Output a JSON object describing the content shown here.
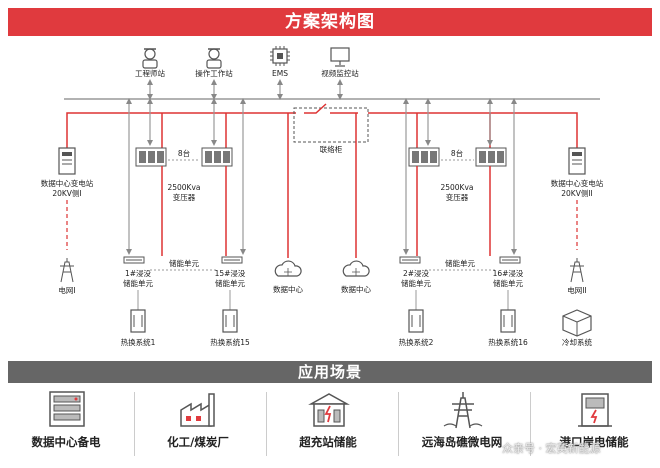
{
  "title": "方案架构图",
  "scenarios_title": "应用场景",
  "top_nodes": [
    "工程师站",
    "操作工作站",
    "EMS",
    "视频监控站"
  ],
  "substation_left": {
    "line1": "数据中心变电站",
    "line2": "20KV侧I"
  },
  "substation_right": {
    "line1": "数据中心变电站",
    "line2": "20KV侧II"
  },
  "grid_left": "电网I",
  "grid_right": "电网II",
  "units_count": "8台",
  "transformer": {
    "line1": "2500Kva",
    "line2": "变压器"
  },
  "tie_cabinet": "联络柜",
  "storage_unit": "储能单元",
  "immersion_units": [
    {
      "line1": "1#浸没",
      "line2": "储能单元"
    },
    {
      "line1": "15#浸没",
      "line2": "储能单元"
    },
    {
      "line1": "2#浸没",
      "line2": "储能单元"
    },
    {
      "line1": "16#浸没",
      "line2": "储能单元"
    }
  ],
  "data_center": "数据中心",
  "heat_systems": [
    "热换系统1",
    "热换系统15",
    "热换系统2",
    "热换系统16"
  ],
  "cooling_system": "冷却系统",
  "scenarios": [
    "数据中心备电",
    "化工/煤炭厂",
    "超充站储能",
    "远海岛礁微电网",
    "港口岸电储能"
  ],
  "watermark": "众亲号 · 宏英新能源",
  "colors": {
    "accent": "#e03a3e",
    "gray": "#666666",
    "line": "#999999"
  }
}
